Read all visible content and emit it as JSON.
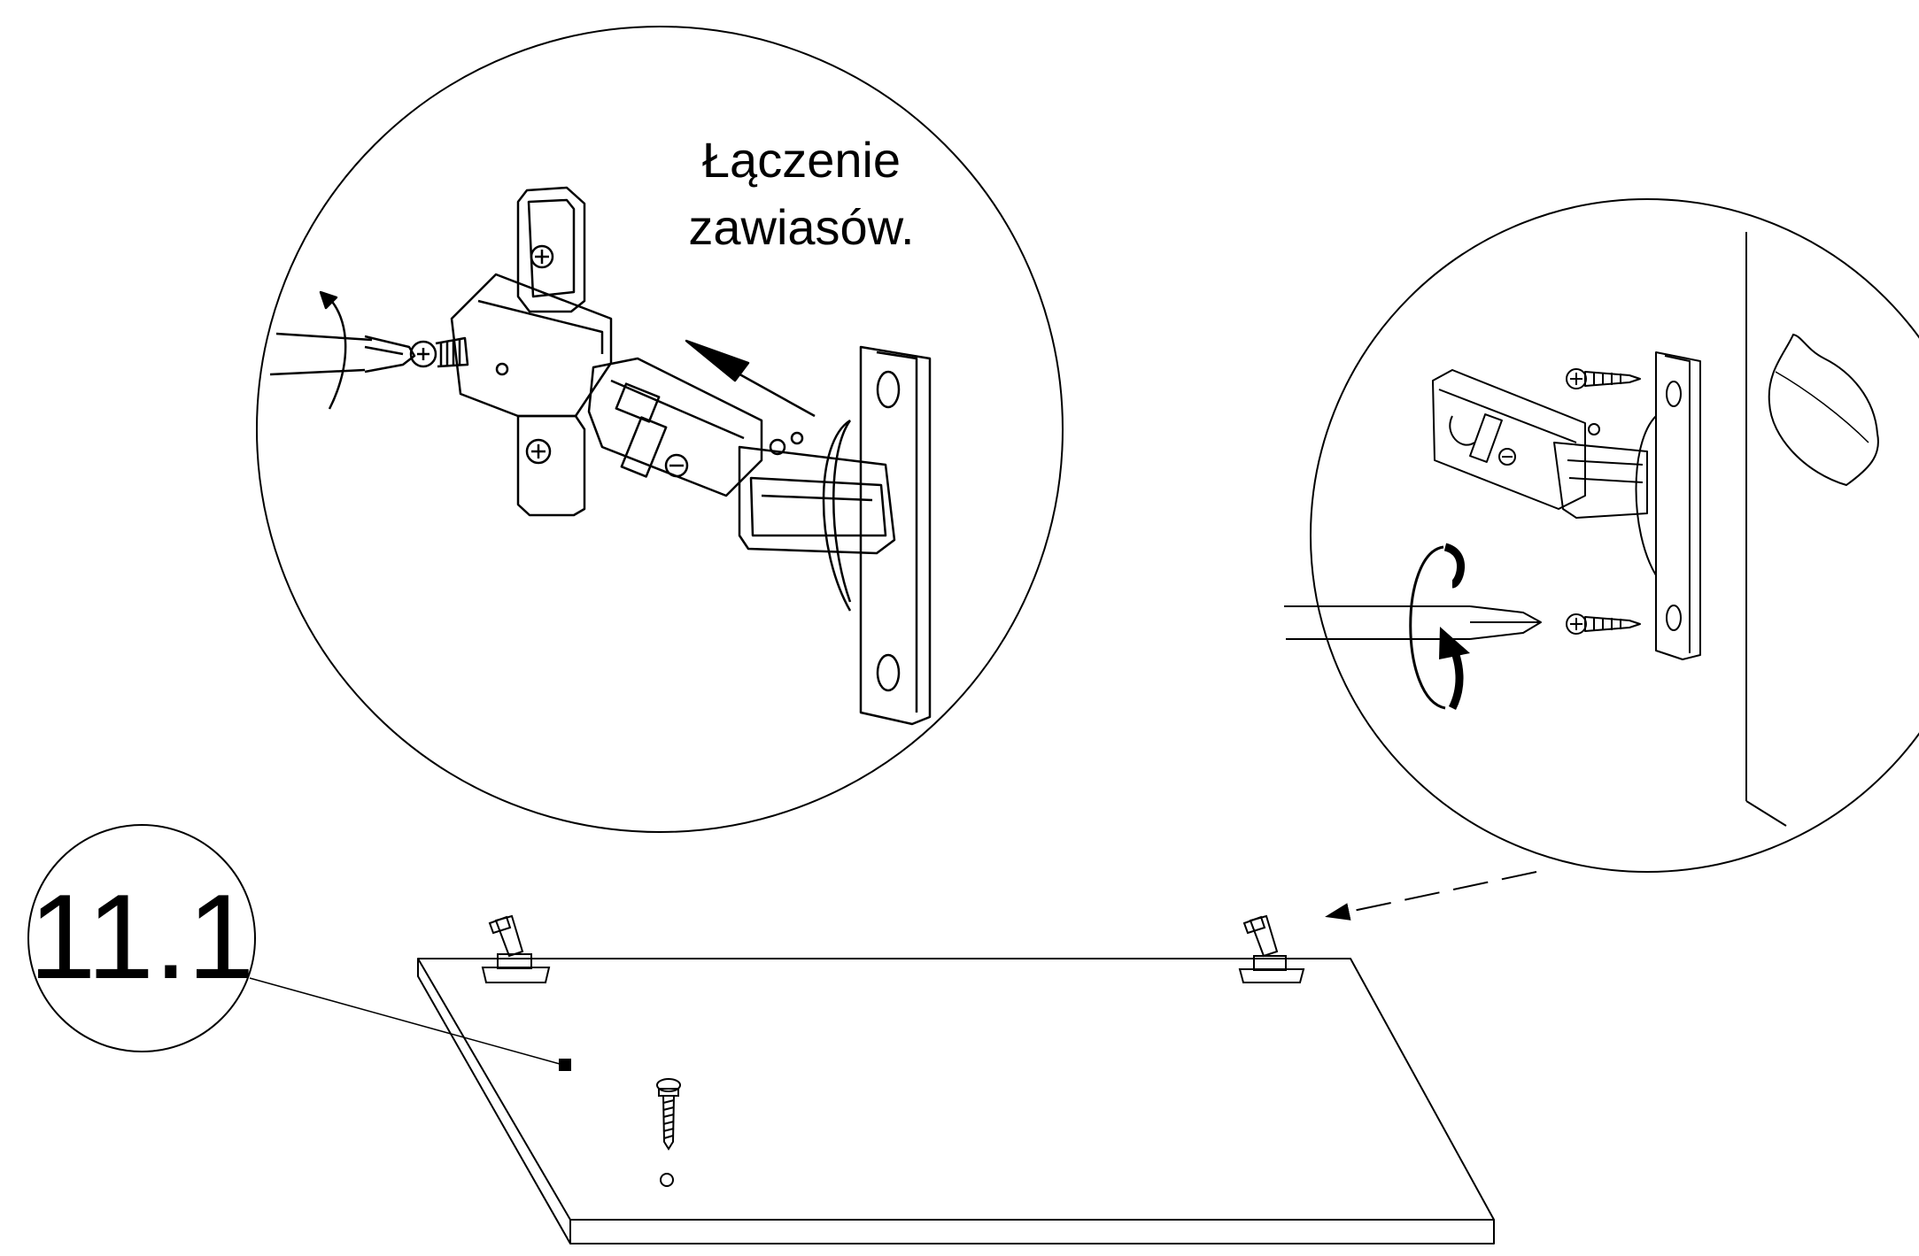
{
  "caption": {
    "line1": "Łączenie",
    "line2": "zawiasów."
  },
  "step": {
    "number": "11.1"
  },
  "icons": {
    "left_detail": "hinge-screwdriver-icon",
    "right_detail": "hinge-mount-icon",
    "panel": "door-panel-icon",
    "screw": "screw-icon",
    "rotate": "rotate-arrow-icon"
  }
}
